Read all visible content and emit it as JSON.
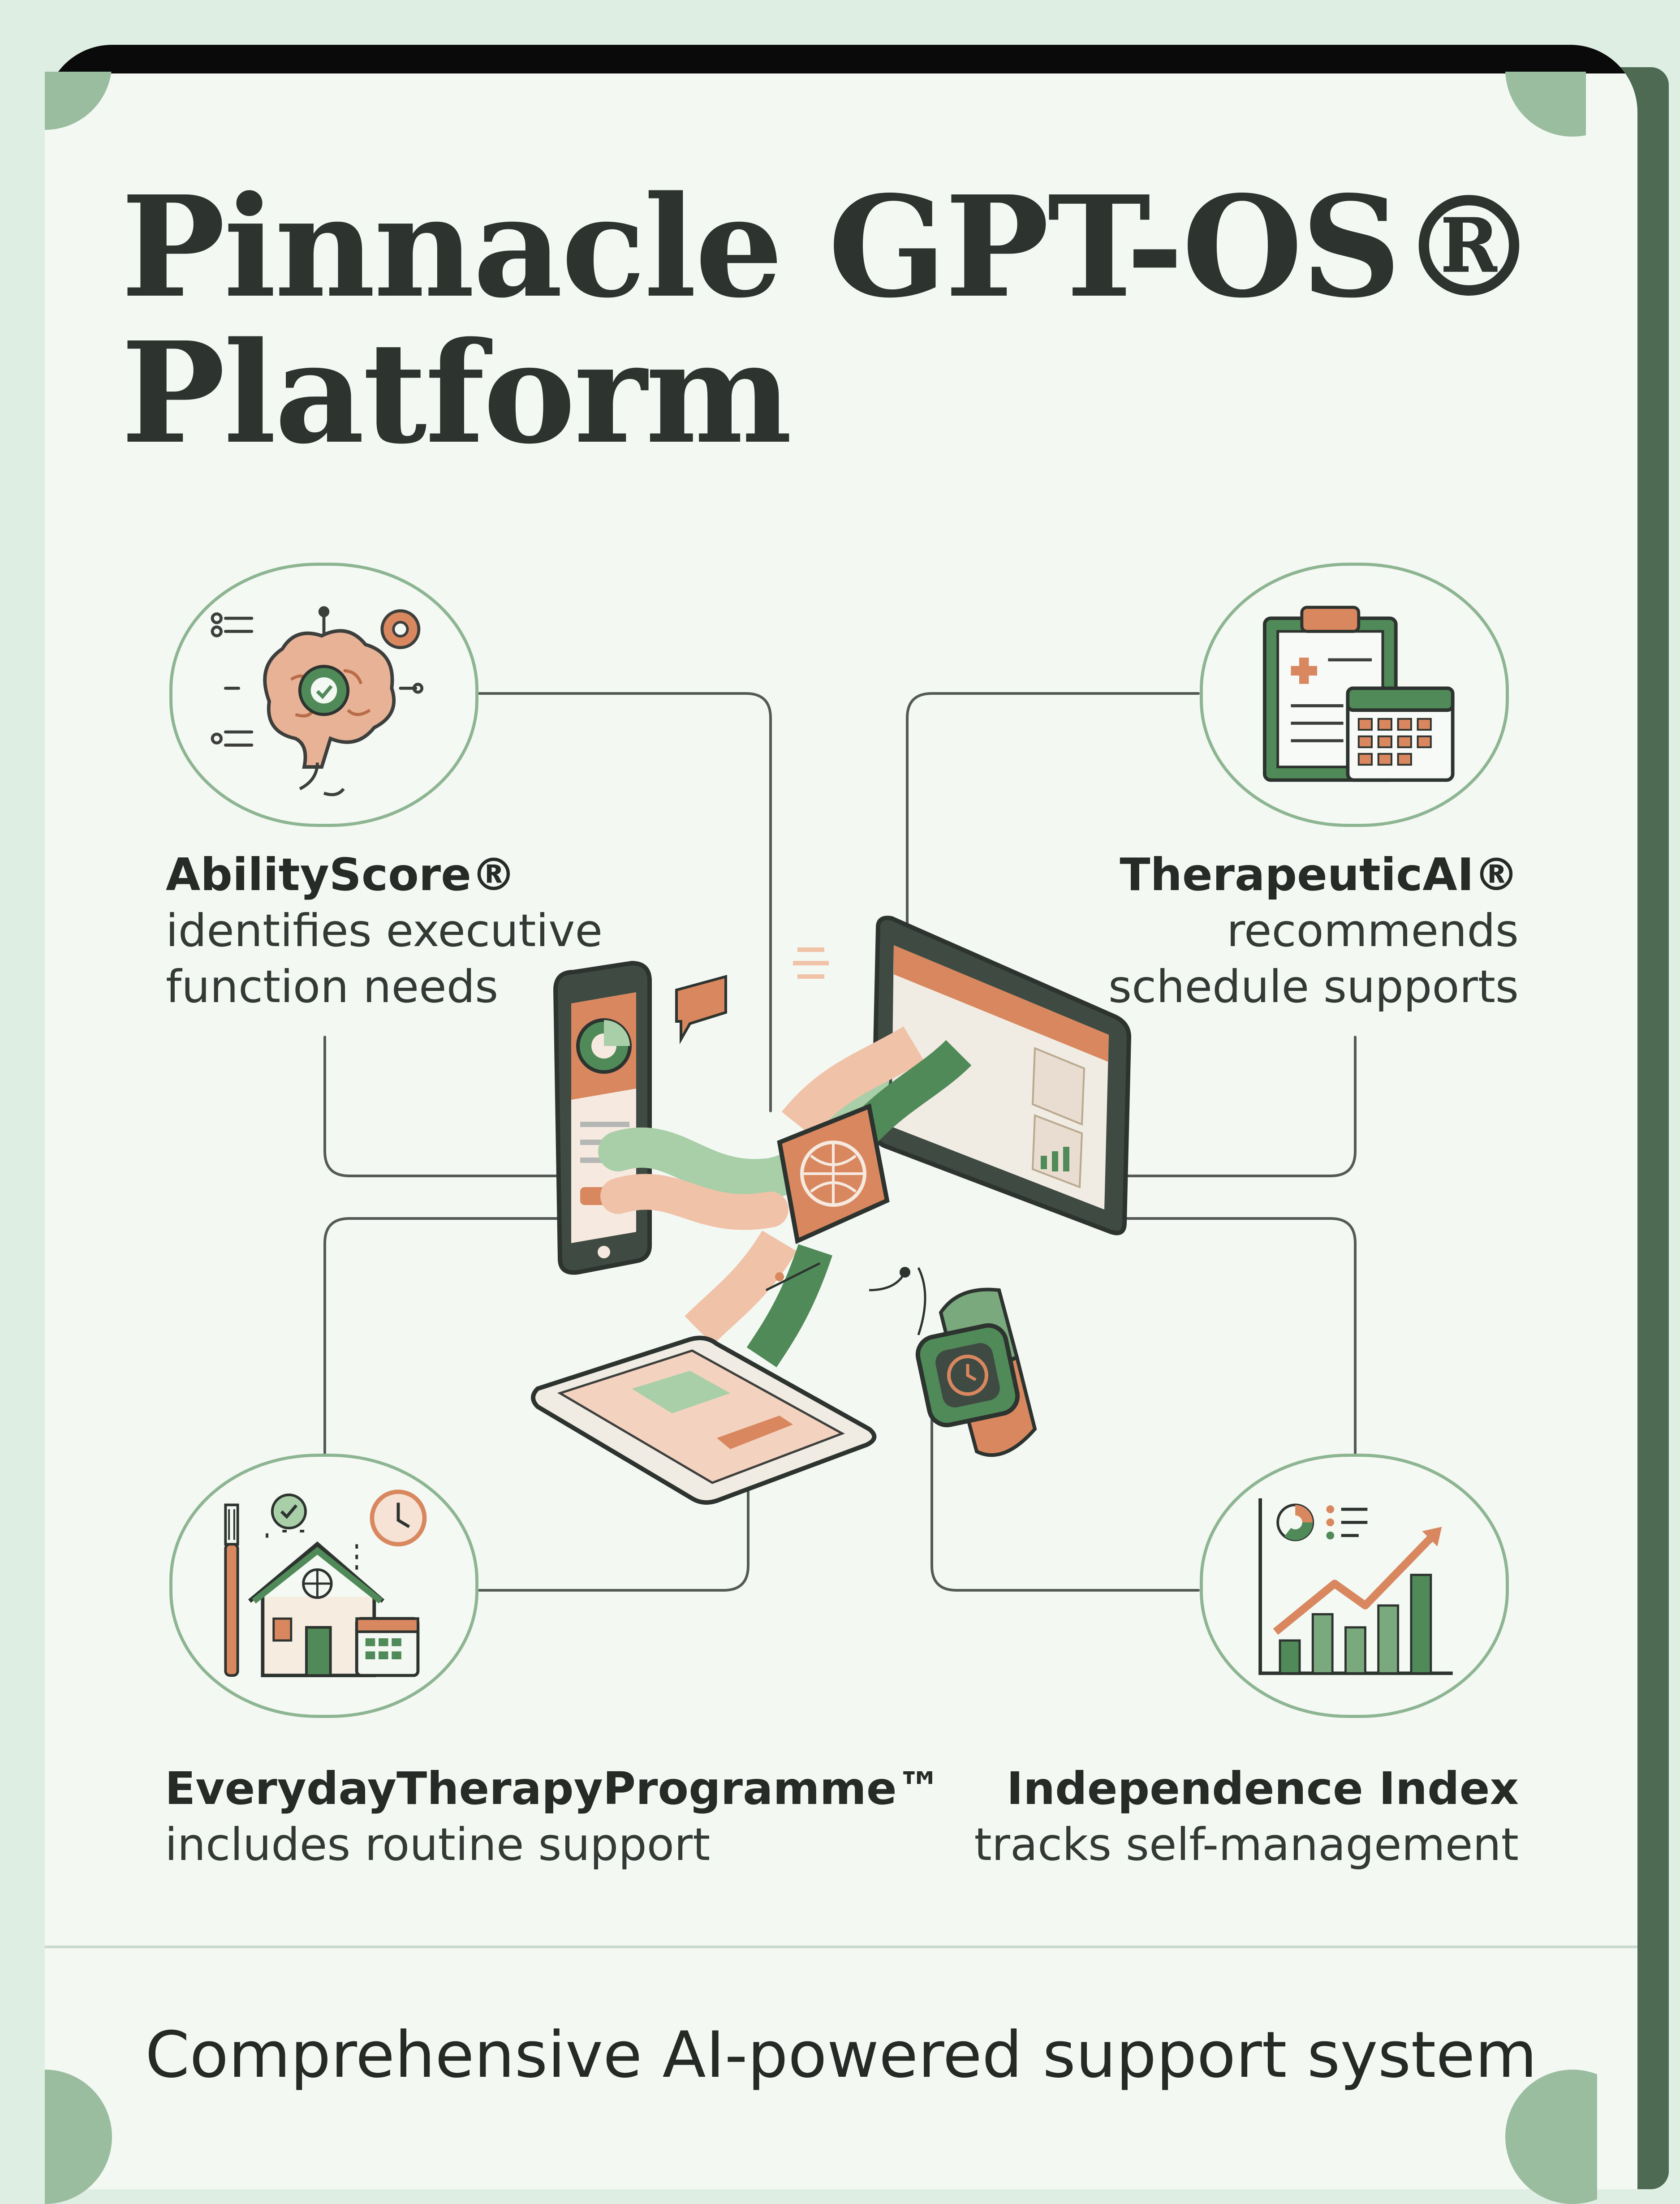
{
  "title_line1": "Pinnacle GPT-OS®",
  "title_line2": "Platform",
  "features": [
    {
      "name": "AbilityScore®",
      "desc_line1": "identifies executive",
      "desc_line2": "function needs",
      "icon": "brain-gear-icon"
    },
    {
      "name": "TherapeuticAI®",
      "desc_line1": "recommends",
      "desc_line2": "schedule supports",
      "icon": "clipboard-calendar-icon"
    },
    {
      "name": "EverydayTherapyProgramme™",
      "desc_line1": "includes routine support",
      "icon": "home-routine-icon"
    },
    {
      "name": "Independence Index",
      "desc_line1": "tracks self-management",
      "icon": "growth-chart-icon"
    }
  ],
  "tagline": "Comprehensive AI-powered support system",
  "colors": {
    "accent": "#d8875f",
    "green": "#4f8a58",
    "dark": "#2d3430",
    "ring": "#8db592"
  }
}
